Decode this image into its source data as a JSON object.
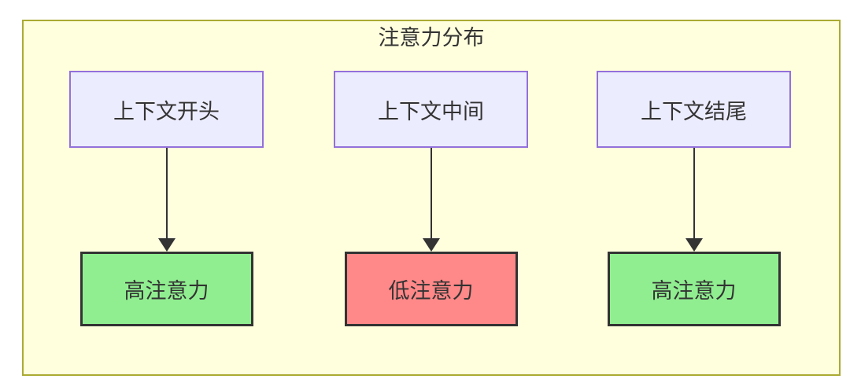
{
  "diagram": {
    "title": "注意力分布",
    "columns": [
      {
        "source": "上下文开头",
        "target": "高注意力",
        "level": "high"
      },
      {
        "source": "上下文中间",
        "target": "低注意力",
        "level": "low"
      },
      {
        "source": "上下文结尾",
        "target": "高注意力",
        "level": "high"
      }
    ],
    "colors": {
      "canvas_background": "#ffffde",
      "canvas_border": "#aaaa33",
      "source_fill": "#ececff",
      "source_border": "#9370db",
      "attention_high_fill": "#90ee90",
      "attention_low_fill": "#ff8888",
      "node_border_dark": "#333333",
      "arrow": "#333333",
      "text": "#333333"
    }
  }
}
